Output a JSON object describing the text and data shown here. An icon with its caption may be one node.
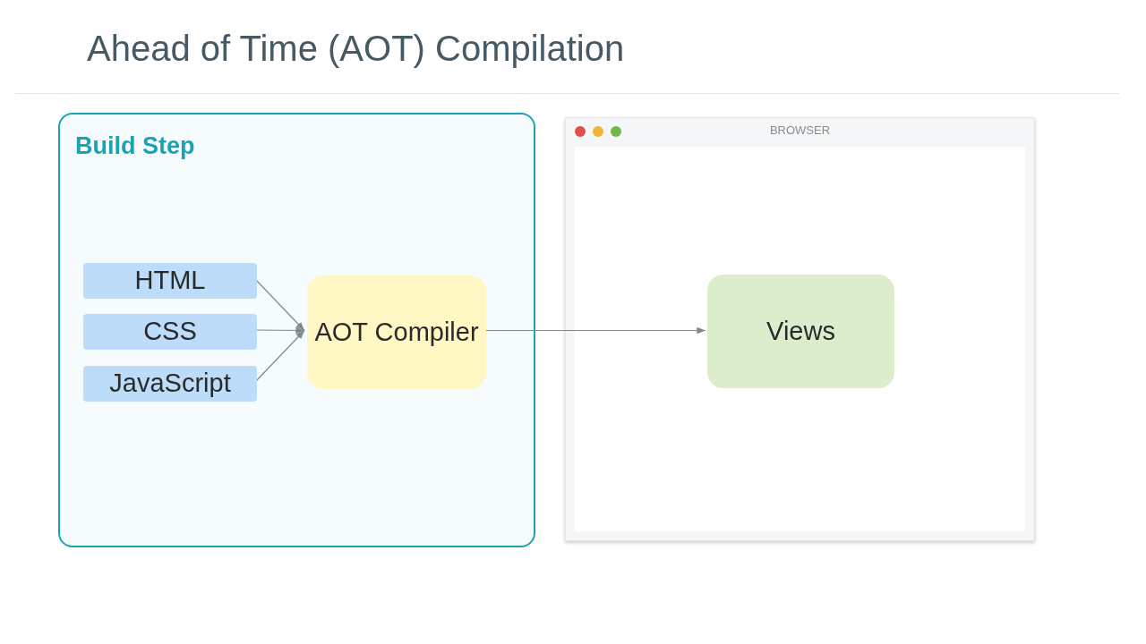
{
  "diagram": {
    "title": "Ahead of Time (AOT) Compilation",
    "nodes": [
      {
        "text": [
          "Build Step"
        ]
      },
      {
        "text": [
          "HTML"
        ],
        "in": 0
      },
      {
        "text": [
          "CSS"
        ],
        "in": 0
      },
      {
        "text": [
          "JavaScript"
        ],
        "in": 0
      },
      {
        "text": [
          "AOT Compiler"
        ],
        "in": 0
      },
      {
        "text": [
          "BROWSER"
        ]
      },
      {
        "text": [
          "Views"
        ],
        "in": 5
      }
    ],
    "edges": [
      {
        "from": 1,
        "to": 4,
        "arrow": "to"
      },
      {
        "from": 2,
        "to": 4,
        "arrow": "to"
      },
      {
        "from": 3,
        "to": 4,
        "arrow": "to"
      },
      {
        "from": 4,
        "to": 6,
        "arrow": "to"
      }
    ]
  }
}
